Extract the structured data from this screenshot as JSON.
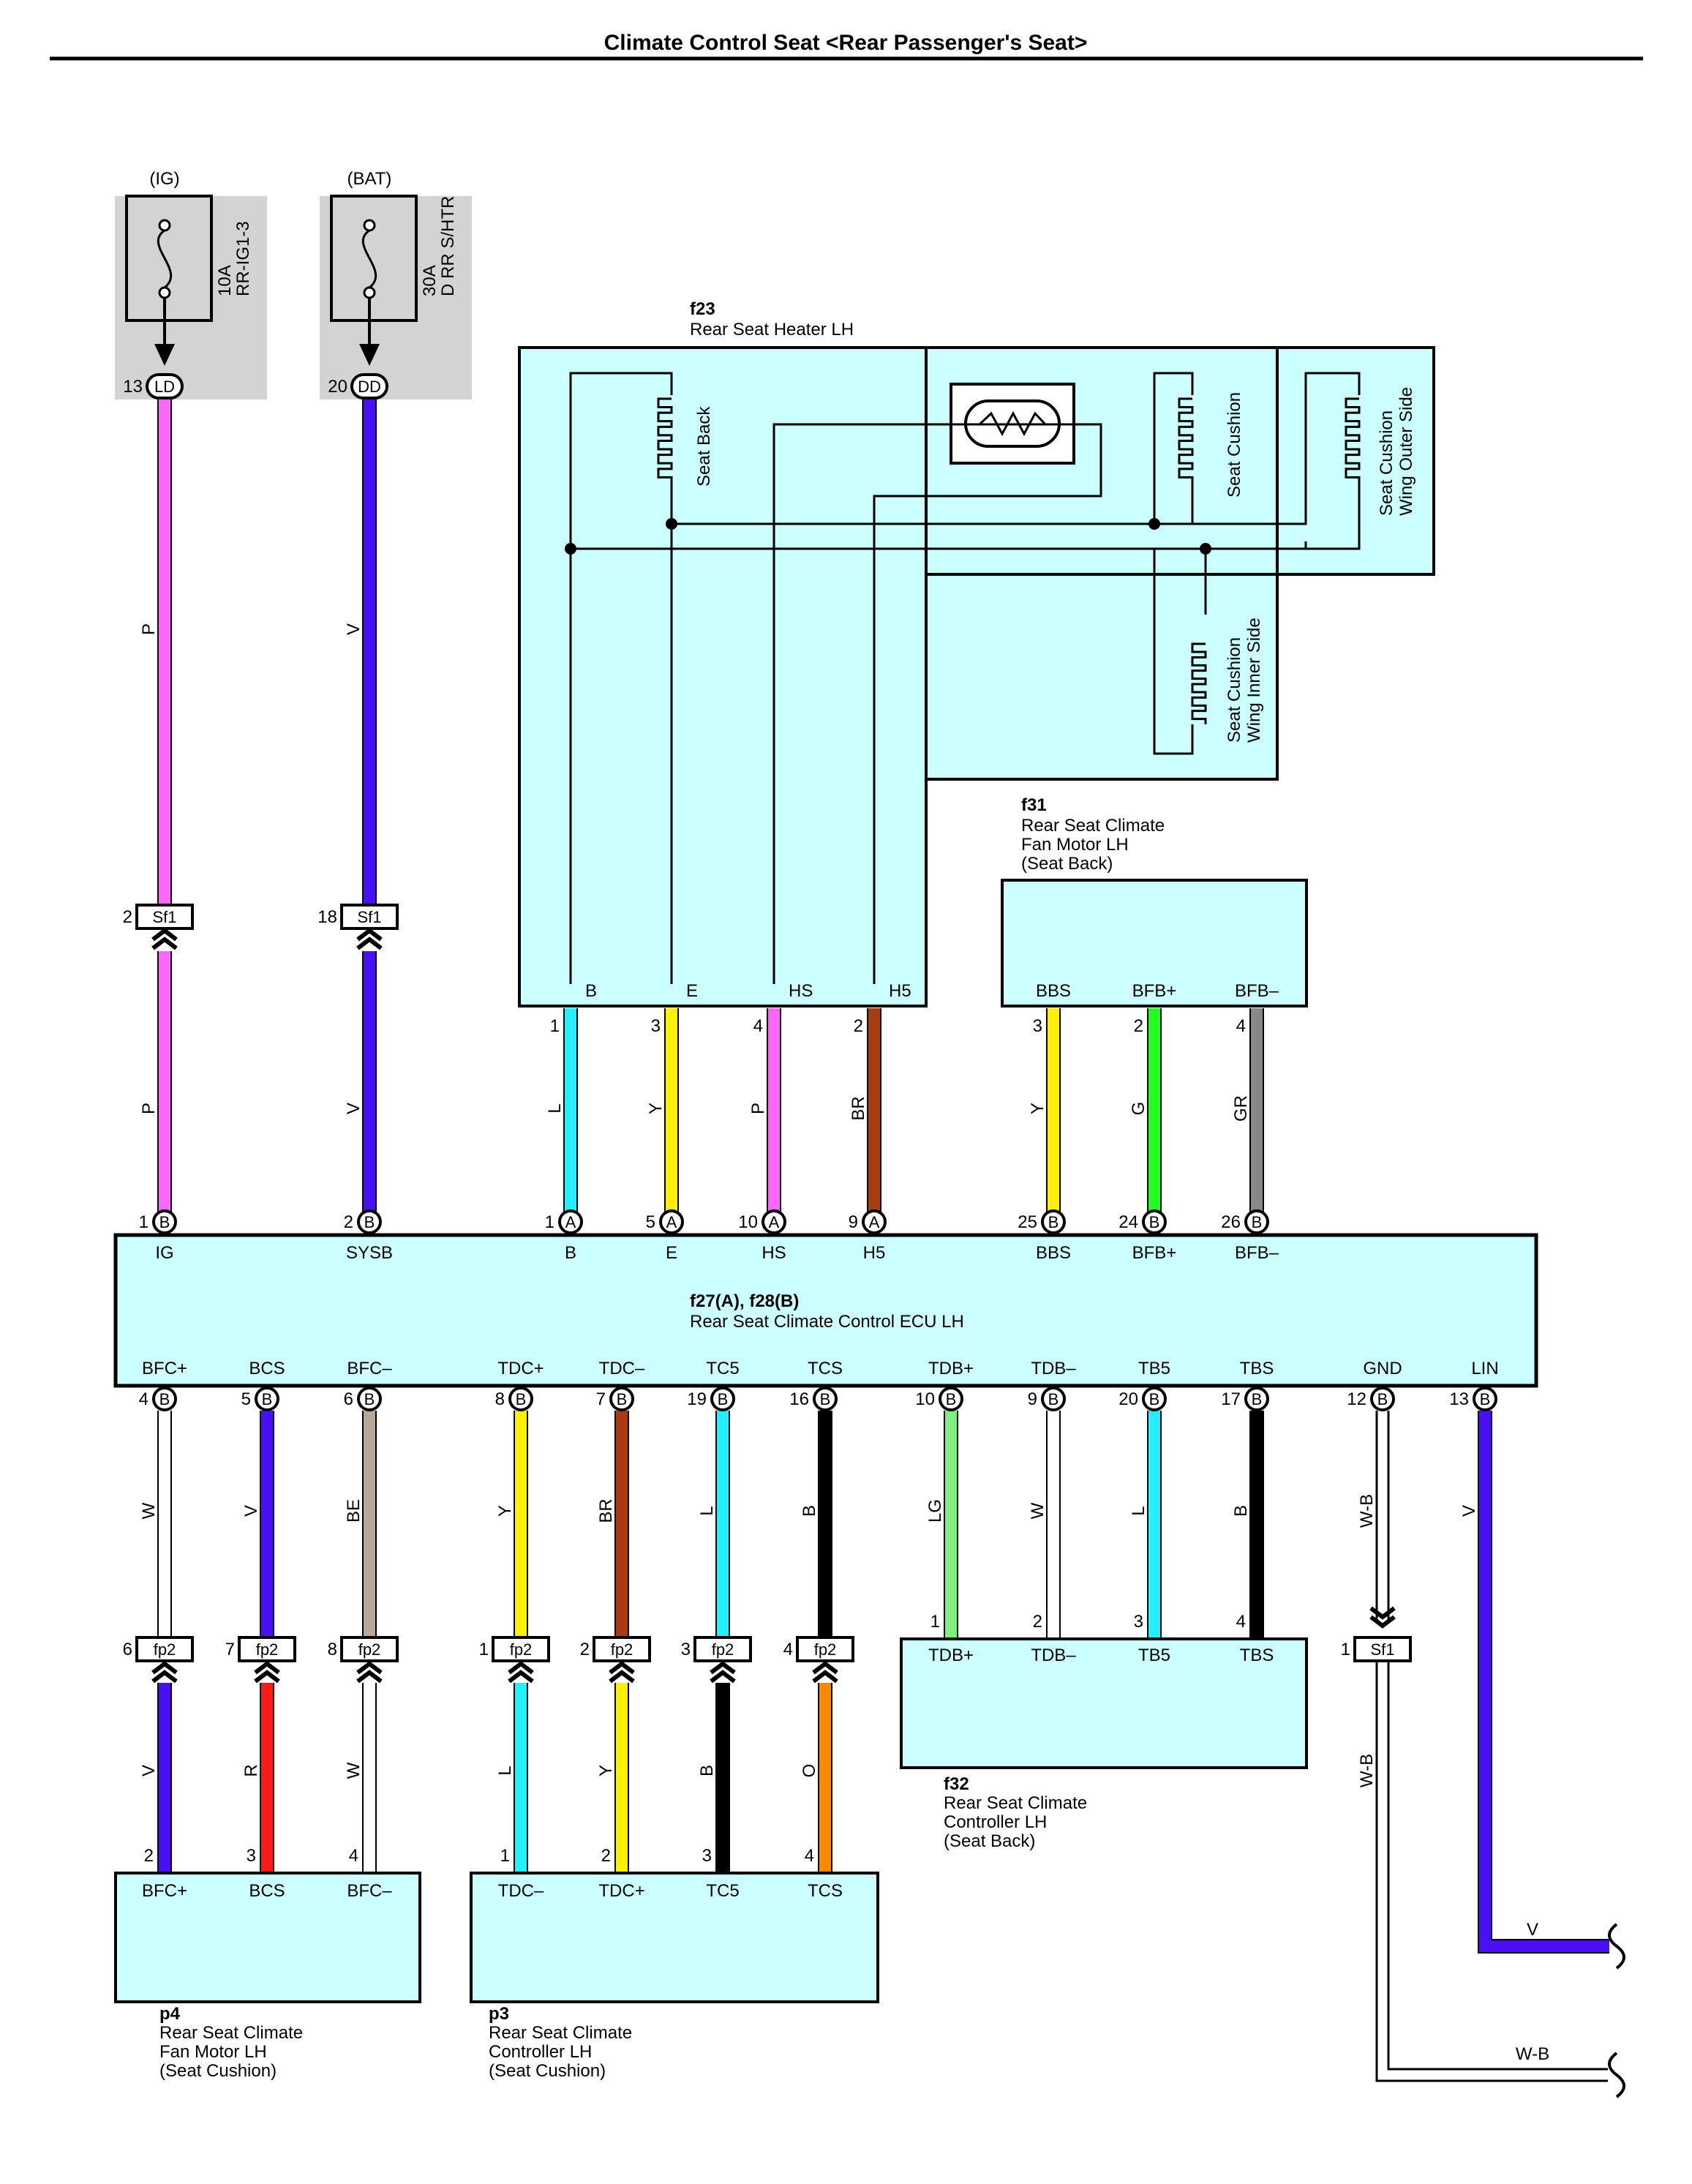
{
  "title": "Climate Control Seat <Rear Passenger's Seat>",
  "fuses": [
    {
      "source": "(IG)",
      "amp": "10A",
      "name": "RR-IG1-3",
      "pin": "13",
      "conn": "LD"
    },
    {
      "source": "(BAT)",
      "amp": "30A",
      "name": "D RR S/HTR",
      "pin": "20",
      "conn": "DD"
    }
  ],
  "wire_colors": {
    "P": "#ff66ff",
    "V": "#4a10f5",
    "L": "#22f0ff",
    "Y": "#fff000",
    "BR": "#a83c10",
    "G": "#22ff22",
    "GR": "#888888",
    "W": "#ffffff",
    "BE": "#b8a898",
    "B": "#000000",
    "LG": "#7ef07e",
    "R": "#ff1a1a",
    "O": "#ff8800",
    "W-B": "#ffffff"
  },
  "heater": {
    "id": "f23",
    "name": "Rear Seat Heater LH",
    "elements": [
      "Seat Back",
      "Seat Cushion",
      "Seat Cushion Wing Outer Side",
      "Seat Cushion Wing Inner Side"
    ],
    "terminals": [
      {
        "label": "B",
        "pin": "1"
      },
      {
        "label": "E",
        "pin": "3"
      },
      {
        "label": "HS",
        "pin": "4"
      },
      {
        "label": "H5",
        "pin": "2"
      }
    ]
  },
  "fan_back": {
    "id": "f31",
    "name": "Rear Seat Climate",
    "name2": "Fan Motor LH",
    "name3": "(Seat Back)",
    "terminals": [
      {
        "label": "BBS",
        "pin": "3"
      },
      {
        "label": "BFB+",
        "pin": "2"
      },
      {
        "label": "BFB–",
        "pin": "4"
      }
    ]
  },
  "ecu": {
    "id": "f27(A), f28(B)",
    "name": "Rear Seat Climate Control ECU LH",
    "top": [
      {
        "pin": "1",
        "conn": "B",
        "label": "IG"
      },
      {
        "pin": "2",
        "conn": "B",
        "label": "SYSB"
      },
      {
        "pin": "1",
        "conn": "A",
        "label": "B"
      },
      {
        "pin": "5",
        "conn": "A",
        "label": "E"
      },
      {
        "pin": "10",
        "conn": "A",
        "label": "HS"
      },
      {
        "pin": "9",
        "conn": "A",
        "label": "H5"
      },
      {
        "pin": "25",
        "conn": "B",
        "label": "BBS"
      },
      {
        "pin": "24",
        "conn": "B",
        "label": "BFB+"
      },
      {
        "pin": "26",
        "conn": "B",
        "label": "BFB–"
      }
    ],
    "bottom": [
      {
        "pin": "4",
        "conn": "B",
        "label": "BFC+"
      },
      {
        "pin": "5",
        "conn": "B",
        "label": "BCS"
      },
      {
        "pin": "6",
        "conn": "B",
        "label": "BFC–"
      },
      {
        "pin": "8",
        "conn": "B",
        "label": "TDC+"
      },
      {
        "pin": "7",
        "conn": "B",
        "label": "TDC–"
      },
      {
        "pin": "19",
        "conn": "B",
        "label": "TC5"
      },
      {
        "pin": "16",
        "conn": "B",
        "label": "TCS"
      },
      {
        "pin": "10",
        "conn": "B",
        "label": "TDB+"
      },
      {
        "pin": "9",
        "conn": "B",
        "label": "TDB–"
      },
      {
        "pin": "20",
        "conn": "B",
        "label": "TB5"
      },
      {
        "pin": "17",
        "conn": "B",
        "label": "TBS"
      },
      {
        "pin": "12",
        "conn": "B",
        "label": "GND"
      },
      {
        "pin": "13",
        "conn": "B",
        "label": "LIN"
      }
    ]
  },
  "upper_wires": [
    {
      "color": "P",
      "pin": "2",
      "conn": "Sf1"
    },
    {
      "color": "V",
      "pin": "18",
      "conn": "Sf1"
    }
  ],
  "mid_wires": [
    "P",
    "V",
    "L",
    "Y",
    "P",
    "BR",
    "Y",
    "G",
    "GR"
  ],
  "lower_wires": [
    "W",
    "V",
    "BE",
    "Y",
    "BR",
    "L",
    "B",
    "LG",
    "W",
    "L",
    "B",
    "W-B",
    "V"
  ],
  "fp2_connectors": [
    {
      "pin": "6",
      "conn": "fp2"
    },
    {
      "pin": "7",
      "conn": "fp2"
    },
    {
      "pin": "8",
      "conn": "fp2"
    },
    {
      "pin": "1",
      "conn": "fp2"
    },
    {
      "pin": "2",
      "conn": "fp2"
    },
    {
      "pin": "3",
      "conn": "fp2"
    },
    {
      "pin": "4",
      "conn": "fp2"
    }
  ],
  "gnd_connector": {
    "pin": "1",
    "conn": "Sf1"
  },
  "sub_wires": [
    "V",
    "R",
    "W",
    "L",
    "Y",
    "B",
    "O",
    "W-B"
  ],
  "fan_cushion": {
    "id": "p4",
    "name": "Rear Seat Climate",
    "name2": "Fan Motor LH",
    "name3": "(Seat Cushion)",
    "terminals": [
      {
        "label": "BFC+",
        "pin": "2"
      },
      {
        "label": "BCS",
        "pin": "3"
      },
      {
        "label": "BFC–",
        "pin": "4"
      }
    ]
  },
  "ctrl_cushion": {
    "id": "p3",
    "name": "Rear Seat Climate",
    "name2": "Controller LH",
    "name3": "(Seat Cushion)",
    "terminals": [
      {
        "label": "TDC–",
        "pin": "1"
      },
      {
        "label": "TDC+",
        "pin": "2"
      },
      {
        "label": "TC5",
        "pin": "3"
      },
      {
        "label": "TCS",
        "pin": "4"
      }
    ]
  },
  "ctrl_back": {
    "id": "f32",
    "name": "Rear Seat Climate",
    "name2": "Controller LH",
    "name3": "(Seat Back)",
    "terminals": [
      {
        "label": "TDB+",
        "pin": "1"
      },
      {
        "label": "TDB–",
        "pin": "2"
      },
      {
        "label": "TB5",
        "pin": "3"
      },
      {
        "label": "TBS",
        "pin": "4"
      }
    ]
  },
  "exits": [
    {
      "label": "V"
    },
    {
      "label": "W-B"
    }
  ]
}
